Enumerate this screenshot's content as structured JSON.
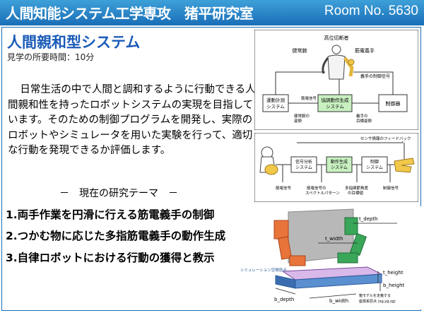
{
  "header": {
    "title": "人間知能システム工学専攻　猪平研究室",
    "room": "Room No. 5630"
  },
  "lab": {
    "title": "人間親和型システム",
    "visit_time": "見学の所要時間：10分",
    "description": "日常生活の中で人間と調和するように行動できる人間親和性を持ったロボットシステムの実現を目指しています。そのための制御プログラムを開発し、実際のロボットやシミュレータを用いた実験を行って、適切な行動を発現できるか評価します。"
  },
  "topics": {
    "heading": "－　現在の研究テーマ　－",
    "items": [
      "1.両手作業を円滑に行える筋電義手の制御",
      "2.つかむ物に応じた多指筋電義手の動作生成",
      "3.自律ロボットにおける行動の獲得と教示"
    ]
  },
  "diagram1": {
    "controller_label": "高位切断者",
    "healthy_arm": "健常腕",
    "emg_prosthesis": "筋電義手",
    "prosthesis_signal": "義手の制御信号",
    "motion_measure": "運動計測\nシステム",
    "emg_signal": "筋電信号",
    "coop_gen": "協調動作生成\nシステム",
    "controller": "制御器",
    "healthy_posture": "健常腕の\n姿勢",
    "target_posture": "義手の\n目標姿勢"
  },
  "diagram2": {
    "feedback": "センサ情報のフィードバック",
    "signal_proc": "信号分析\nシステム",
    "motion_gen": "動作生成\nシステム",
    "control": "制御\nシステム",
    "emg": "筋電信号",
    "spectral": "筋電信号の\nスペクトルパターン",
    "multi_dof": "多指関節角度\nの目標値",
    "control_signal": "制御信号"
  },
  "diagram3": {
    "t_depth": "t_depth",
    "t_width": "t_width",
    "t_height": "t_height",
    "b_height": "b_height",
    "b_depth": "b_depth",
    "b_width": "b_width",
    "sim_space": "シミュレーション空間原点",
    "coord_note": "箱モデルを定義する\n座標系原点 (xg,yg,zg)"
  },
  "colors": {
    "header_bg": "#1a6eb7",
    "title_blue": "#1a5bb8",
    "green_box": "#c8f0c0",
    "prosthesis_yellow": "#f2c84b",
    "robot_orange": "#e8743a",
    "robot_green": "#3aa65a"
  }
}
